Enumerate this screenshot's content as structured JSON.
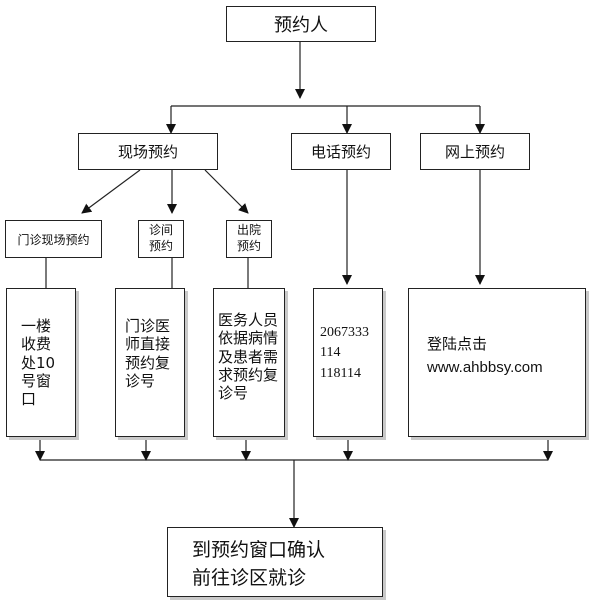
{
  "top": {
    "label": "预约人"
  },
  "methods": {
    "onsite": "现场预约",
    "phone": "电话预约",
    "online": "网上预约"
  },
  "onsite_sub": [
    {
      "label": "门诊现场预约"
    },
    {
      "label": "诊间预约"
    },
    {
      "label": "出院预约"
    }
  ],
  "details": {
    "onsite_window": "一楼收费处10号窗口",
    "doctor_direct": "门诊医师直接预约复诊号",
    "discharge": "医务人员依据病情及患者需求预约复诊号",
    "phone_numbers": [
      "2067333",
      "114",
      "118114"
    ],
    "online_line1": "登陆点击",
    "online_site": "www.ahbbsy.com"
  },
  "final": {
    "line1": "到预约窗口确认",
    "line2": "前往诊区就诊"
  }
}
